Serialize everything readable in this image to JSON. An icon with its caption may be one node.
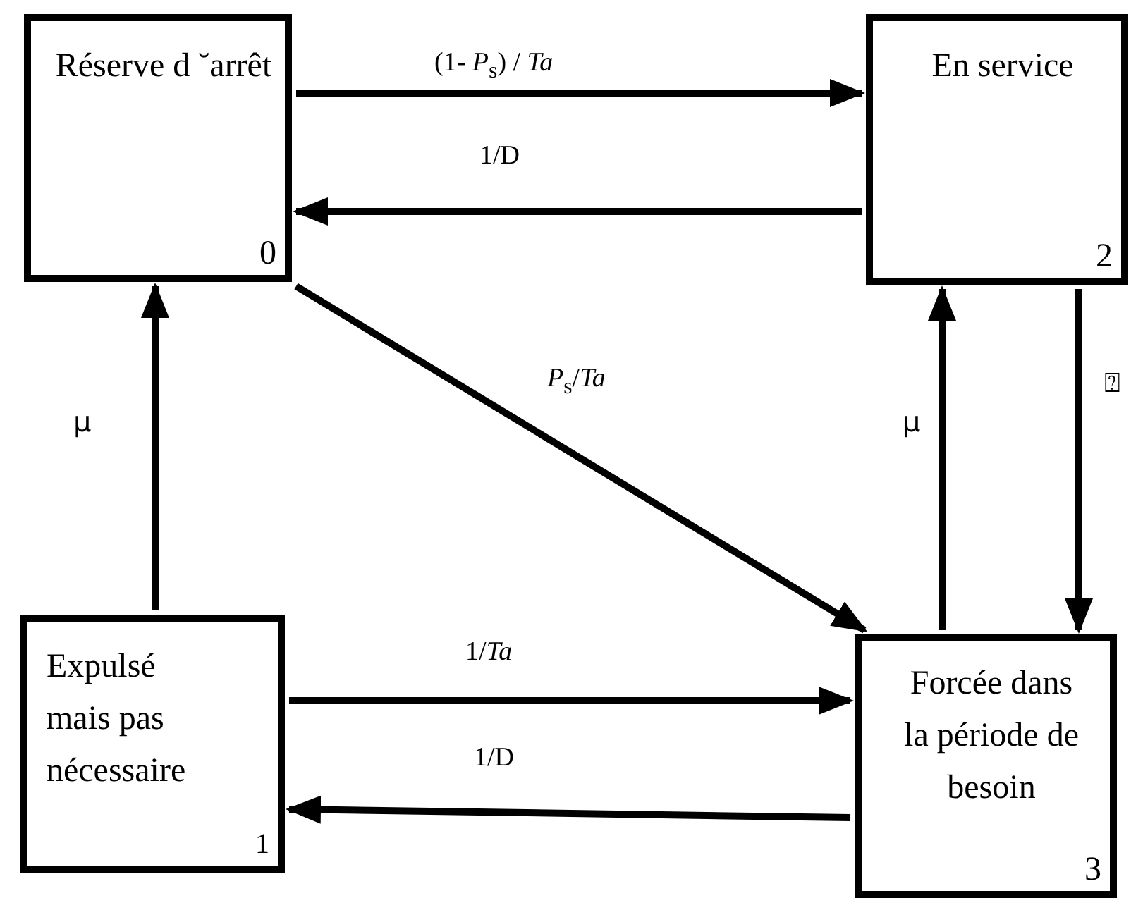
{
  "diagram": {
    "nodes": [
      {
        "text": [
          "Réserve d ˘arrêt",
          "0"
        ]
      },
      {
        "text": [
          "Expulsé mais pas nécessaire",
          "1"
        ]
      },
      {
        "text": [
          "En service",
          "2"
        ]
      },
      {
        "text": [
          "Forcée dans la période de besoin",
          "3"
        ]
      }
    ],
    "edges": [
      {
        "from": 0,
        "to": 2,
        "arrow": "to",
        "label": "(1- *P*$_{s}$) / *Ta*"
      },
      {
        "from": 2,
        "to": 0,
        "arrow": "to",
        "label": "1/D"
      },
      {
        "from": 0,
        "to": 3,
        "arrow": "to",
        "label": "*P*$_{s}$/*Ta*"
      },
      {
        "from": 1,
        "to": 0,
        "arrow": "to",
        "label": "μ"
      },
      {
        "from": 3,
        "to": 2,
        "arrow": "to",
        "label": "μ"
      },
      {
        "from": 2,
        "to": 3,
        "arrow": "to",
        "label": "⍰"
      },
      {
        "from": 1,
        "to": 3,
        "arrow": "to",
        "label": "1/*Ta*"
      },
      {
        "from": 3,
        "to": 1,
        "arrow": "to",
        "label": "1/D"
      }
    ]
  }
}
